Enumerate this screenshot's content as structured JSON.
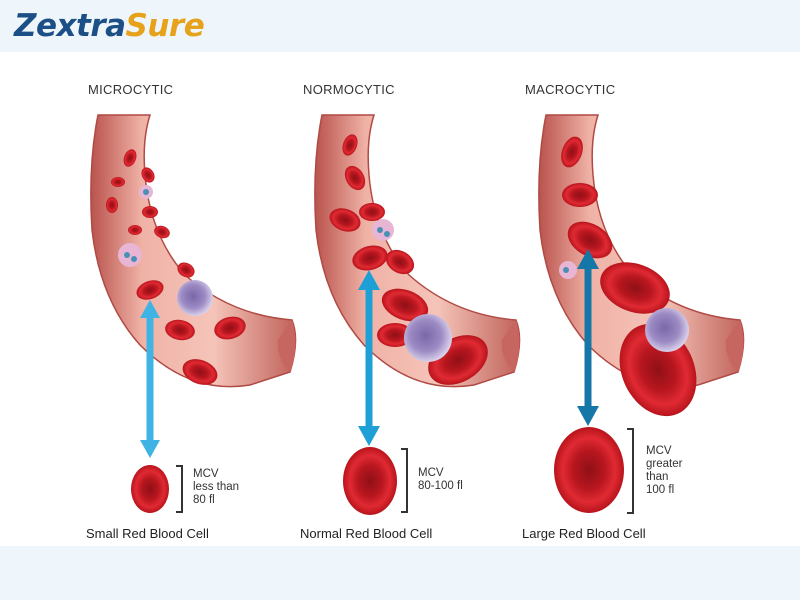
{
  "logo": {
    "part1": "Zextra",
    "part2": "Sure"
  },
  "columns": [
    {
      "title": "MICROCYTIC",
      "mcv_lines": [
        "MCV",
        "less than",
        "80 fl"
      ],
      "cell_label": "Small Red Blood Cell"
    },
    {
      "title": "NORMOCYTIC",
      "mcv_lines": [
        "MCV",
        "80-100 fl"
      ],
      "cell_label": "Normal Red Blood Cell"
    },
    {
      "title": "MACROCYTIC",
      "mcv_lines": [
        "MCV",
        "greater",
        "than",
        "100 fl"
      ],
      "cell_label": "Large Red Blood Cell"
    }
  ],
  "colors": {
    "vessel": "#e89a8e",
    "vessel_dark": "#b5504a",
    "red_cell": "#d2202a",
    "arrow_light": "#3fb3e3",
    "arrow_dark": "#1477a8",
    "white_cell": "#9a86bd",
    "platelet": "#e8b6d4"
  }
}
